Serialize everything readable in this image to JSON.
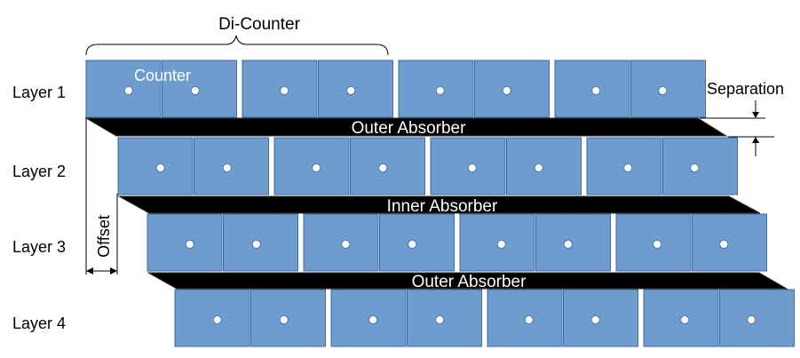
{
  "colors": {
    "counter_fill": "#6f9ccf",
    "counter_stroke": "#3d6ca0",
    "absorber": "#000000",
    "hole": "#ffffff"
  },
  "labels": {
    "dicounter": "Di-Counter",
    "counter": "Counter",
    "separation": "Separation",
    "offset": "Offset"
  },
  "layers": [
    {
      "label": "Layer 1",
      "counters": 8
    },
    {
      "label": "Layer 2",
      "counters": 8
    },
    {
      "label": "Layer 3",
      "counters": 8
    },
    {
      "label": "Layer 4",
      "counters": 8
    }
  ],
  "absorbers": [
    {
      "label": "Outer Absorber"
    },
    {
      "label": "Inner Absorber"
    },
    {
      "label": "Outer Absorber"
    }
  ]
}
